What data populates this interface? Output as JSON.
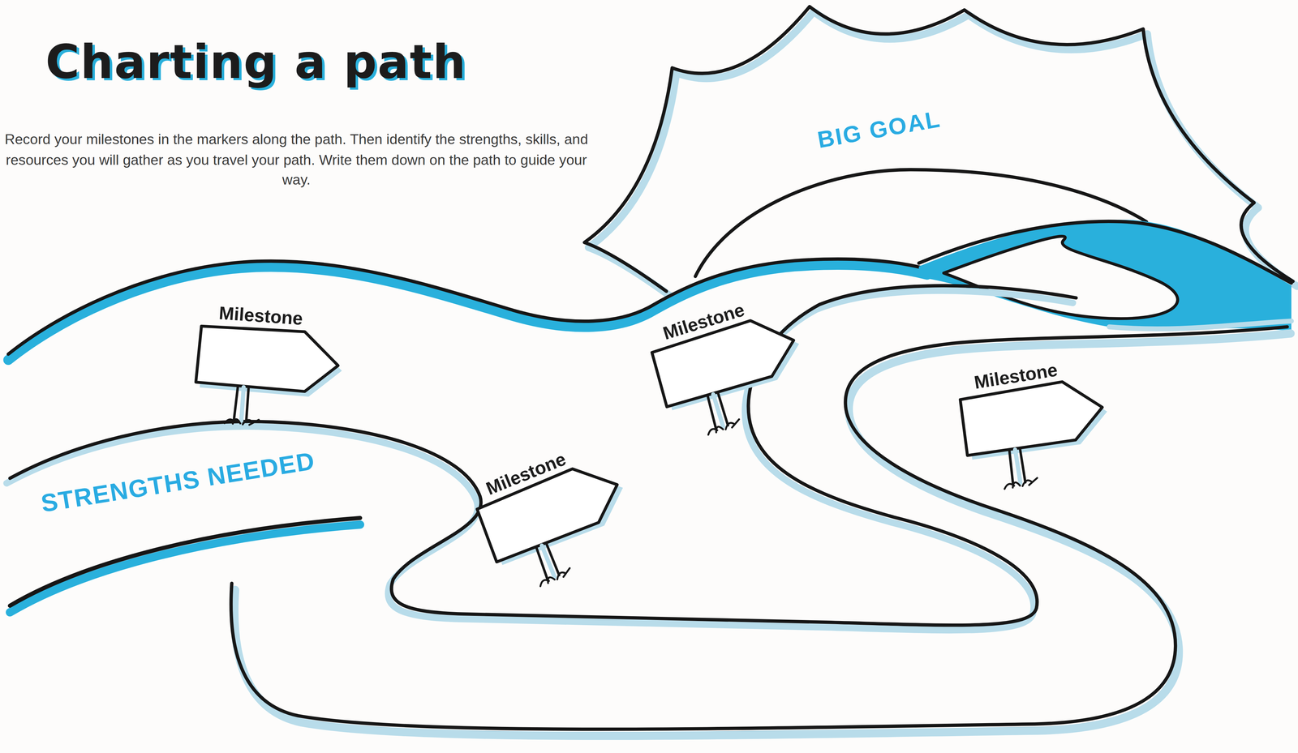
{
  "diagram": {
    "title": "Charting a path",
    "nodes": [
      {
        "text": [
          "BIG GOAL"
        ]
      },
      {
        "text": [
          "Milestone"
        ]
      },
      {
        "text": [
          "Milestone"
        ]
      },
      {
        "text": [
          "Milestone"
        ]
      },
      {
        "text": [
          "STRENGTHS NEEDED"
        ]
      },
      {
        "text": [
          "Milestone"
        ]
      }
    ],
    "labels": [
      "Record your milestones in the markers along the path. Then identify the strengths, skills, and resources you will gather as you travel your path. Write them down on the path to guide your way."
    ]
  }
}
